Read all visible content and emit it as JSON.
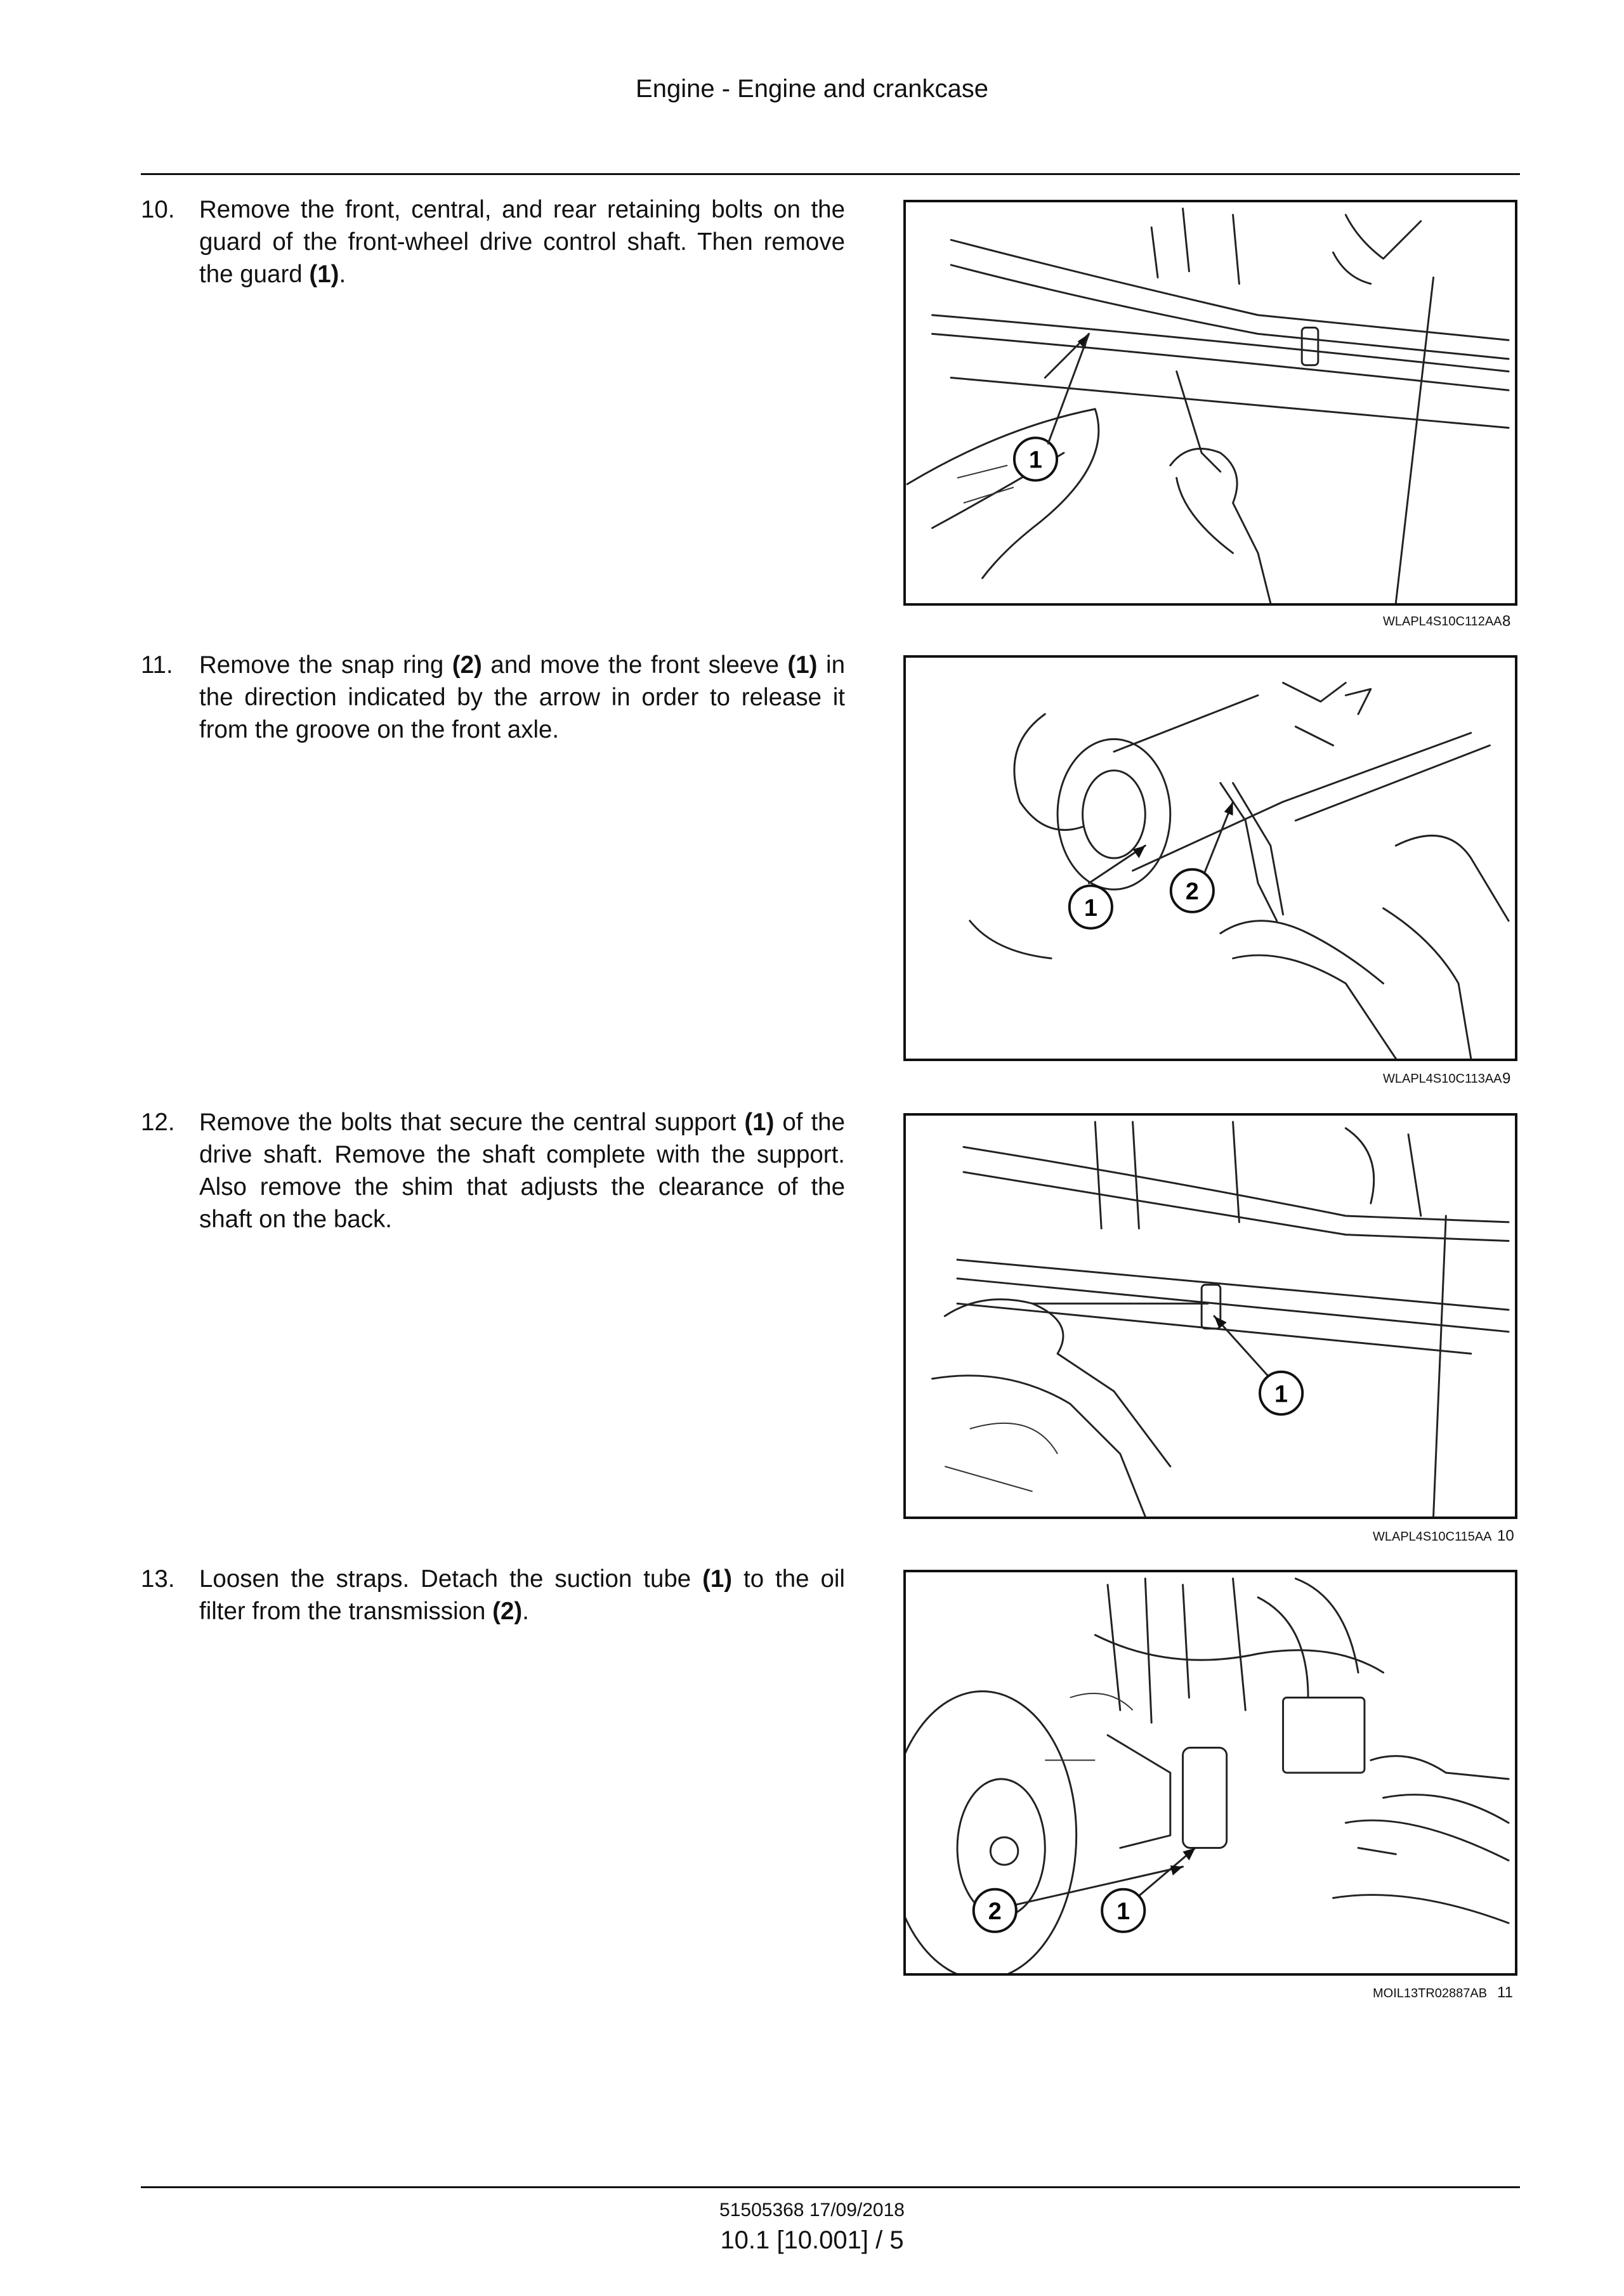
{
  "header": {
    "title": "Engine - Engine and crankcase"
  },
  "steps": [
    {
      "number": "10.",
      "parts": [
        "Remove the front, central, and rear retaining bolts on the guard of the front-wheel drive control shaft.  Then remove the guard ",
        "(1)",
        "."
      ]
    },
    {
      "number": "11.",
      "parts": [
        "Remove the snap ring ",
        "(2)",
        " and move the front sleeve ",
        "(1)",
        " in the direction indicated by the arrow in order to release it from the groove on the front axle."
      ]
    },
    {
      "number": "12.",
      "parts": [
        "Remove the bolts that secure the central support ",
        "(1)",
        " of the drive shaft.  Remove the shaft complete with the support.  Also remove the shim that adjusts the clearance of the shaft on the back."
      ]
    },
    {
      "number": "13.",
      "parts": [
        "Loosen the straps.  Detach the suction tube ",
        "(1)",
        " to the oil filter from the transmission ",
        "(2)",
        "."
      ]
    }
  ],
  "figures": [
    {
      "caption": "WLAPL4S10C112AA",
      "number": "8",
      "callouts": [
        "1"
      ]
    },
    {
      "caption": "WLAPL4S10C113AA",
      "number": "9",
      "callouts": [
        "1",
        "2"
      ]
    },
    {
      "caption": "WLAPL4S10C115AA",
      "number": "10",
      "callouts": [
        "1"
      ]
    },
    {
      "caption": "MOIL13TR02887AB",
      "number": "11",
      "callouts": [
        "2",
        "1"
      ]
    }
  ],
  "footer": {
    "doc_id": "51505368 17/09/2018",
    "page": "10.1 [10.001] / 5"
  }
}
